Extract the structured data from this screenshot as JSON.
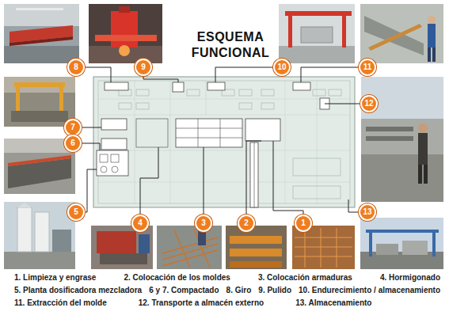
{
  "diagram": {
    "title": "ESQUEMA FUNCIONAL",
    "nodes": [
      {
        "text": [
          "8"
        ]
      },
      {
        "text": [
          "9"
        ]
      },
      {
        "text": [
          "10"
        ]
      },
      {
        "text": [
          "11"
        ]
      },
      {
        "text": [
          "12"
        ]
      },
      {
        "text": [
          "7"
        ]
      },
      {
        "text": [
          "6"
        ]
      },
      {
        "text": [
          "5"
        ]
      },
      {
        "text": [
          "4"
        ]
      },
      {
        "text": [
          "3"
        ]
      },
      {
        "text": [
          "2"
        ]
      },
      {
        "text": [
          "1"
        ]
      },
      {
        "text": [
          "13"
        ]
      }
    ],
    "labels": [
      "1. Limpieza y engrase",
      "2. Colocación de los moldes",
      "3. Colocación armaduras",
      "4. Hormigonado",
      "5. Planta dosificadora mezcladora",
      "6 y 7. Compactado",
      "8. Giro",
      "9. Pulido",
      "10. Endurecimiento / almacenamiento",
      "11. Extracción del molde",
      "12. Transporte a almacén externo",
      "13. Almacenamiento"
    ]
  }
}
